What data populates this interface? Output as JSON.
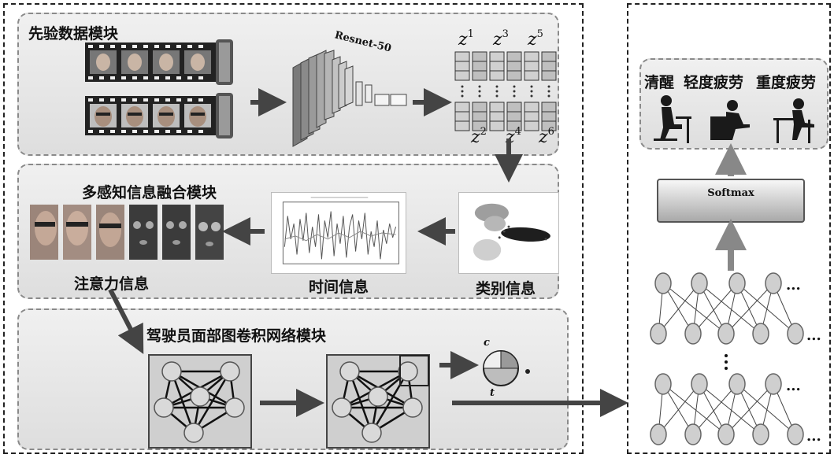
{
  "modules": {
    "prior": "先验数据模块",
    "fusion": "多感知信息融合模块",
    "gcn": "驾驶员面部图卷积网络模块"
  },
  "labels": {
    "resnet": "Resnet-50",
    "attention": "注意力信息",
    "temporal": "时间信息",
    "category": "类别信息",
    "softmax": "Softmax",
    "circle_c": "c",
    "circle_t": "t"
  },
  "latent": {
    "top": [
      {
        "base": "z",
        "sup": "1"
      },
      {
        "base": "z",
        "sup": "3"
      },
      {
        "base": "z",
        "sup": "5"
      }
    ],
    "bottom": [
      {
        "base": "z",
        "sup": "2"
      },
      {
        "base": "z",
        "sup": "4"
      },
      {
        "base": "z",
        "sup": "6"
      }
    ]
  },
  "states": [
    "清醒",
    "轻度疲劳",
    "重度疲劳"
  ],
  "ellipsis": "..."
}
